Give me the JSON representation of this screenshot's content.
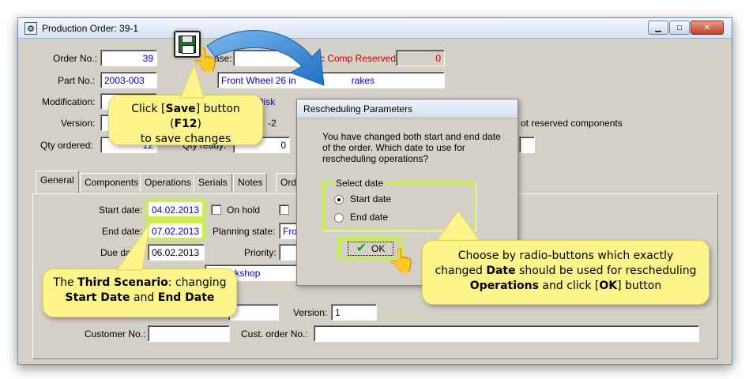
{
  "window": {
    "title": "Production Order: 39-1"
  },
  "header": {
    "order_no_label": "Order No.:",
    "order_no_value": "39",
    "phase_label": "ase:",
    "part_no_label": "Part No.:",
    "part_no_value": "2003-003",
    "part_desc_value": "Front Wheel 26 in",
    "part_desc_tail": "rakes",
    "modification_label": "Modification:",
    "modification_value": "",
    "mod_desc_tail": "n Disk",
    "version_label": "Version:",
    "version_value": "",
    "version_desc_tail": "-2",
    "qty_ordered_label": "Qty ordered:",
    "qty_ordered_value": "12",
    "qty_ready_label": "Qty ready:",
    "qty_ready_value": "0",
    "rc_comp_label": "rc Comp Reserved:",
    "rc_comp_value": "0",
    "not_reserved_label": "ot reserved components"
  },
  "tabs": [
    "General",
    "Components",
    "Operations",
    "Serials",
    "Notes",
    "Ord"
  ],
  "general": {
    "start_date_label": "Start date:",
    "start_date_value": "04.02.2013",
    "on_hold_label": "On hold",
    "end_date_label": "End date:",
    "end_date_value": "07.02.2013",
    "planning_state_label": "Planning state:",
    "planning_state_value": "Fro",
    "due_date_label": "Due date:",
    "due_date_value": "06.02.2013",
    "priority_label": "Priority:",
    "priority_value": "",
    "workshop_value": "'s Workshop",
    "version_label": "Version:",
    "version_value": "1",
    "customer_no_label": "Customer No.:",
    "customer_no_value": "",
    "cust_order_no_label": "Cust. order No.:",
    "cust_order_no_value": ""
  },
  "dialog": {
    "title": "Rescheduling Parameters",
    "message": "You have changed both start and end date of the order. Which date to use for rescheduling operations?",
    "group_title": "Select date",
    "option_start": "Start date",
    "option_end": "End date",
    "selected": "Start date",
    "ok_label": "OK"
  },
  "callouts": {
    "save_pre": "Click [",
    "save_bold": "Save",
    "save_mid": "] button (",
    "save_key": "F12",
    "save_post": ")",
    "save_line2": "to save changes",
    "scenario_pre": "The ",
    "scenario_bold": "Third Scenario",
    "scenario_post": ": changing",
    "scenario_bold2": "Start Date",
    "scenario_and": " and ",
    "scenario_bold3": "End Date",
    "choose_line1": "Choose by radio-buttons which exactly",
    "choose_pre": "changed ",
    "choose_bold": "Date",
    "choose_post": " should be used for rescheduling",
    "choose_bold2": "Operations",
    "choose_and": " and click [",
    "choose_ok": "OK",
    "choose_end": "] button"
  },
  "colors": {
    "highlight": "#c8f049",
    "callout_bg": "#fdf58c",
    "arrow": "#2e86d6",
    "blue_text": "#0000c0",
    "red_text": "#d00000"
  },
  "icons": [
    "settings-icon",
    "save-icon",
    "hand-cursor-icon",
    "checkmark-icon",
    "arrow-icon"
  ]
}
